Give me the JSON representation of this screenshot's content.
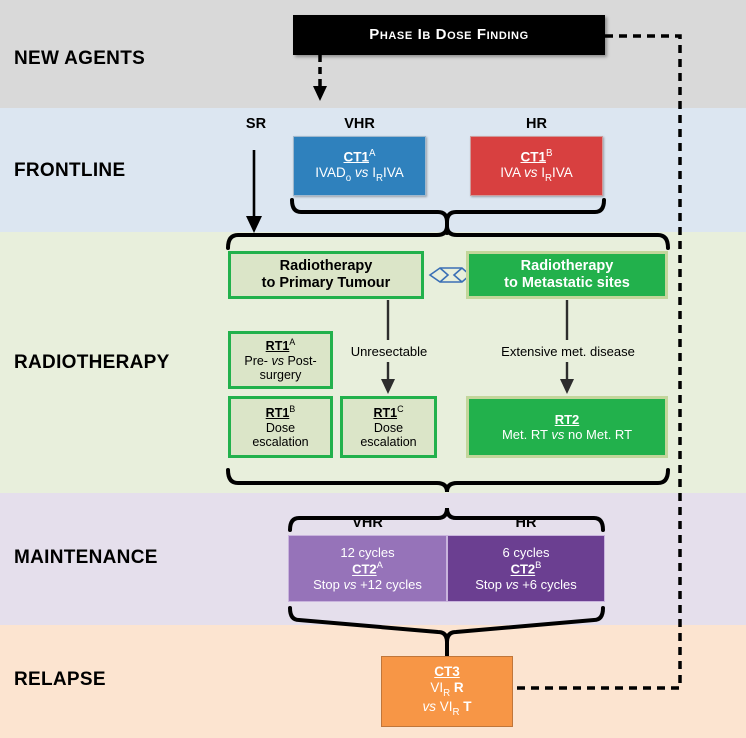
{
  "bands": [
    {
      "id": "new-agents",
      "label": "NEW AGENTS",
      "color": "#d9d9d9"
    },
    {
      "id": "frontline",
      "label": "FRONTLINE",
      "color": "#dce6f1"
    },
    {
      "id": "radiotherapy",
      "label": "RADIOTHERAPY",
      "color": "#e8efdc"
    },
    {
      "id": "maintenance",
      "label": "MAINTENANCE",
      "color": "#e5dfec"
    },
    {
      "id": "relapse",
      "label": "RELAPSE",
      "color": "#fce4d0"
    }
  ],
  "new_agents": {
    "phase_box": {
      "text": "Phase Ib Dose Finding",
      "bg": "#000000",
      "fg": "#ffffff"
    }
  },
  "frontline": {
    "sr_label": "SR",
    "vhr_label": "VHR",
    "hr_label": "HR",
    "ct1a": {
      "title": "CT1",
      "sup": "A",
      "line2_a": "IVAD",
      "line2_sub": "o",
      "line2_vs": "vs",
      "line2_b1": "I",
      "line2_b_sub": "R",
      "line2_b2": "IVA",
      "color": "#2f81bd"
    },
    "ct1b": {
      "title": "CT1",
      "sup": "B",
      "line2_a": "IVA",
      "line2_vs": "vs",
      "line2_b1": "I",
      "line2_b_sub": "R",
      "line2_b2": "IVA",
      "color": "#d84040"
    }
  },
  "radiotherapy": {
    "primary_box": {
      "line1": "Radiotherapy",
      "line2": "to Primary Tumour",
      "bg": "#dbe5c8",
      "border": "#22b14c"
    },
    "mets_box": {
      "line1": "Radiotherapy",
      "line2": "to Metastatic sites",
      "bg": "#22b14c",
      "border": "#c3d69b"
    },
    "rt1a": {
      "title": "RT1",
      "sup": "A",
      "line2_a": "Pre-",
      "line2_vs": "vs",
      "line2_b": "Post-",
      "line3": "surgery"
    },
    "rt1b": {
      "title": "RT1",
      "sup": "B",
      "line2": "Dose",
      "line3": "escalation"
    },
    "rt1c": {
      "title": "RT1",
      "sup": "C",
      "line2": "Dose",
      "line3": "escalation"
    },
    "rt2": {
      "title": "RT2",
      "line2_a": "Met. RT",
      "line2_vs": "vs",
      "line2_b": "no Met. RT",
      "bg": "#22b14c"
    },
    "unresectable_label": "Unresectable",
    "extensive_label": "Extensive met. disease"
  },
  "maintenance": {
    "vhr_label": "VHR",
    "hr_label": "HR",
    "ct2a": {
      "line1": "12 cycles",
      "title": "CT2",
      "sup": "A",
      "line3_a": "Stop",
      "line3_vs": "vs",
      "line3_b": "+12 cycles",
      "color": "#9673b9"
    },
    "ct2b": {
      "line1": "6 cycles",
      "title": "CT2",
      "sup": "B",
      "line3_a": "Stop",
      "line3_vs": "vs",
      "line3_b": "+6 cycles",
      "color": "#6b3f91"
    }
  },
  "relapse": {
    "ct3": {
      "title": "CT3",
      "line2_a": "VI",
      "line2_sub": "R",
      "line2_b": "R",
      "line3_vs": "vs",
      "line3_a": "VI",
      "line3_sub": "R",
      "line3_b": "T",
      "color": "#f79646"
    }
  }
}
